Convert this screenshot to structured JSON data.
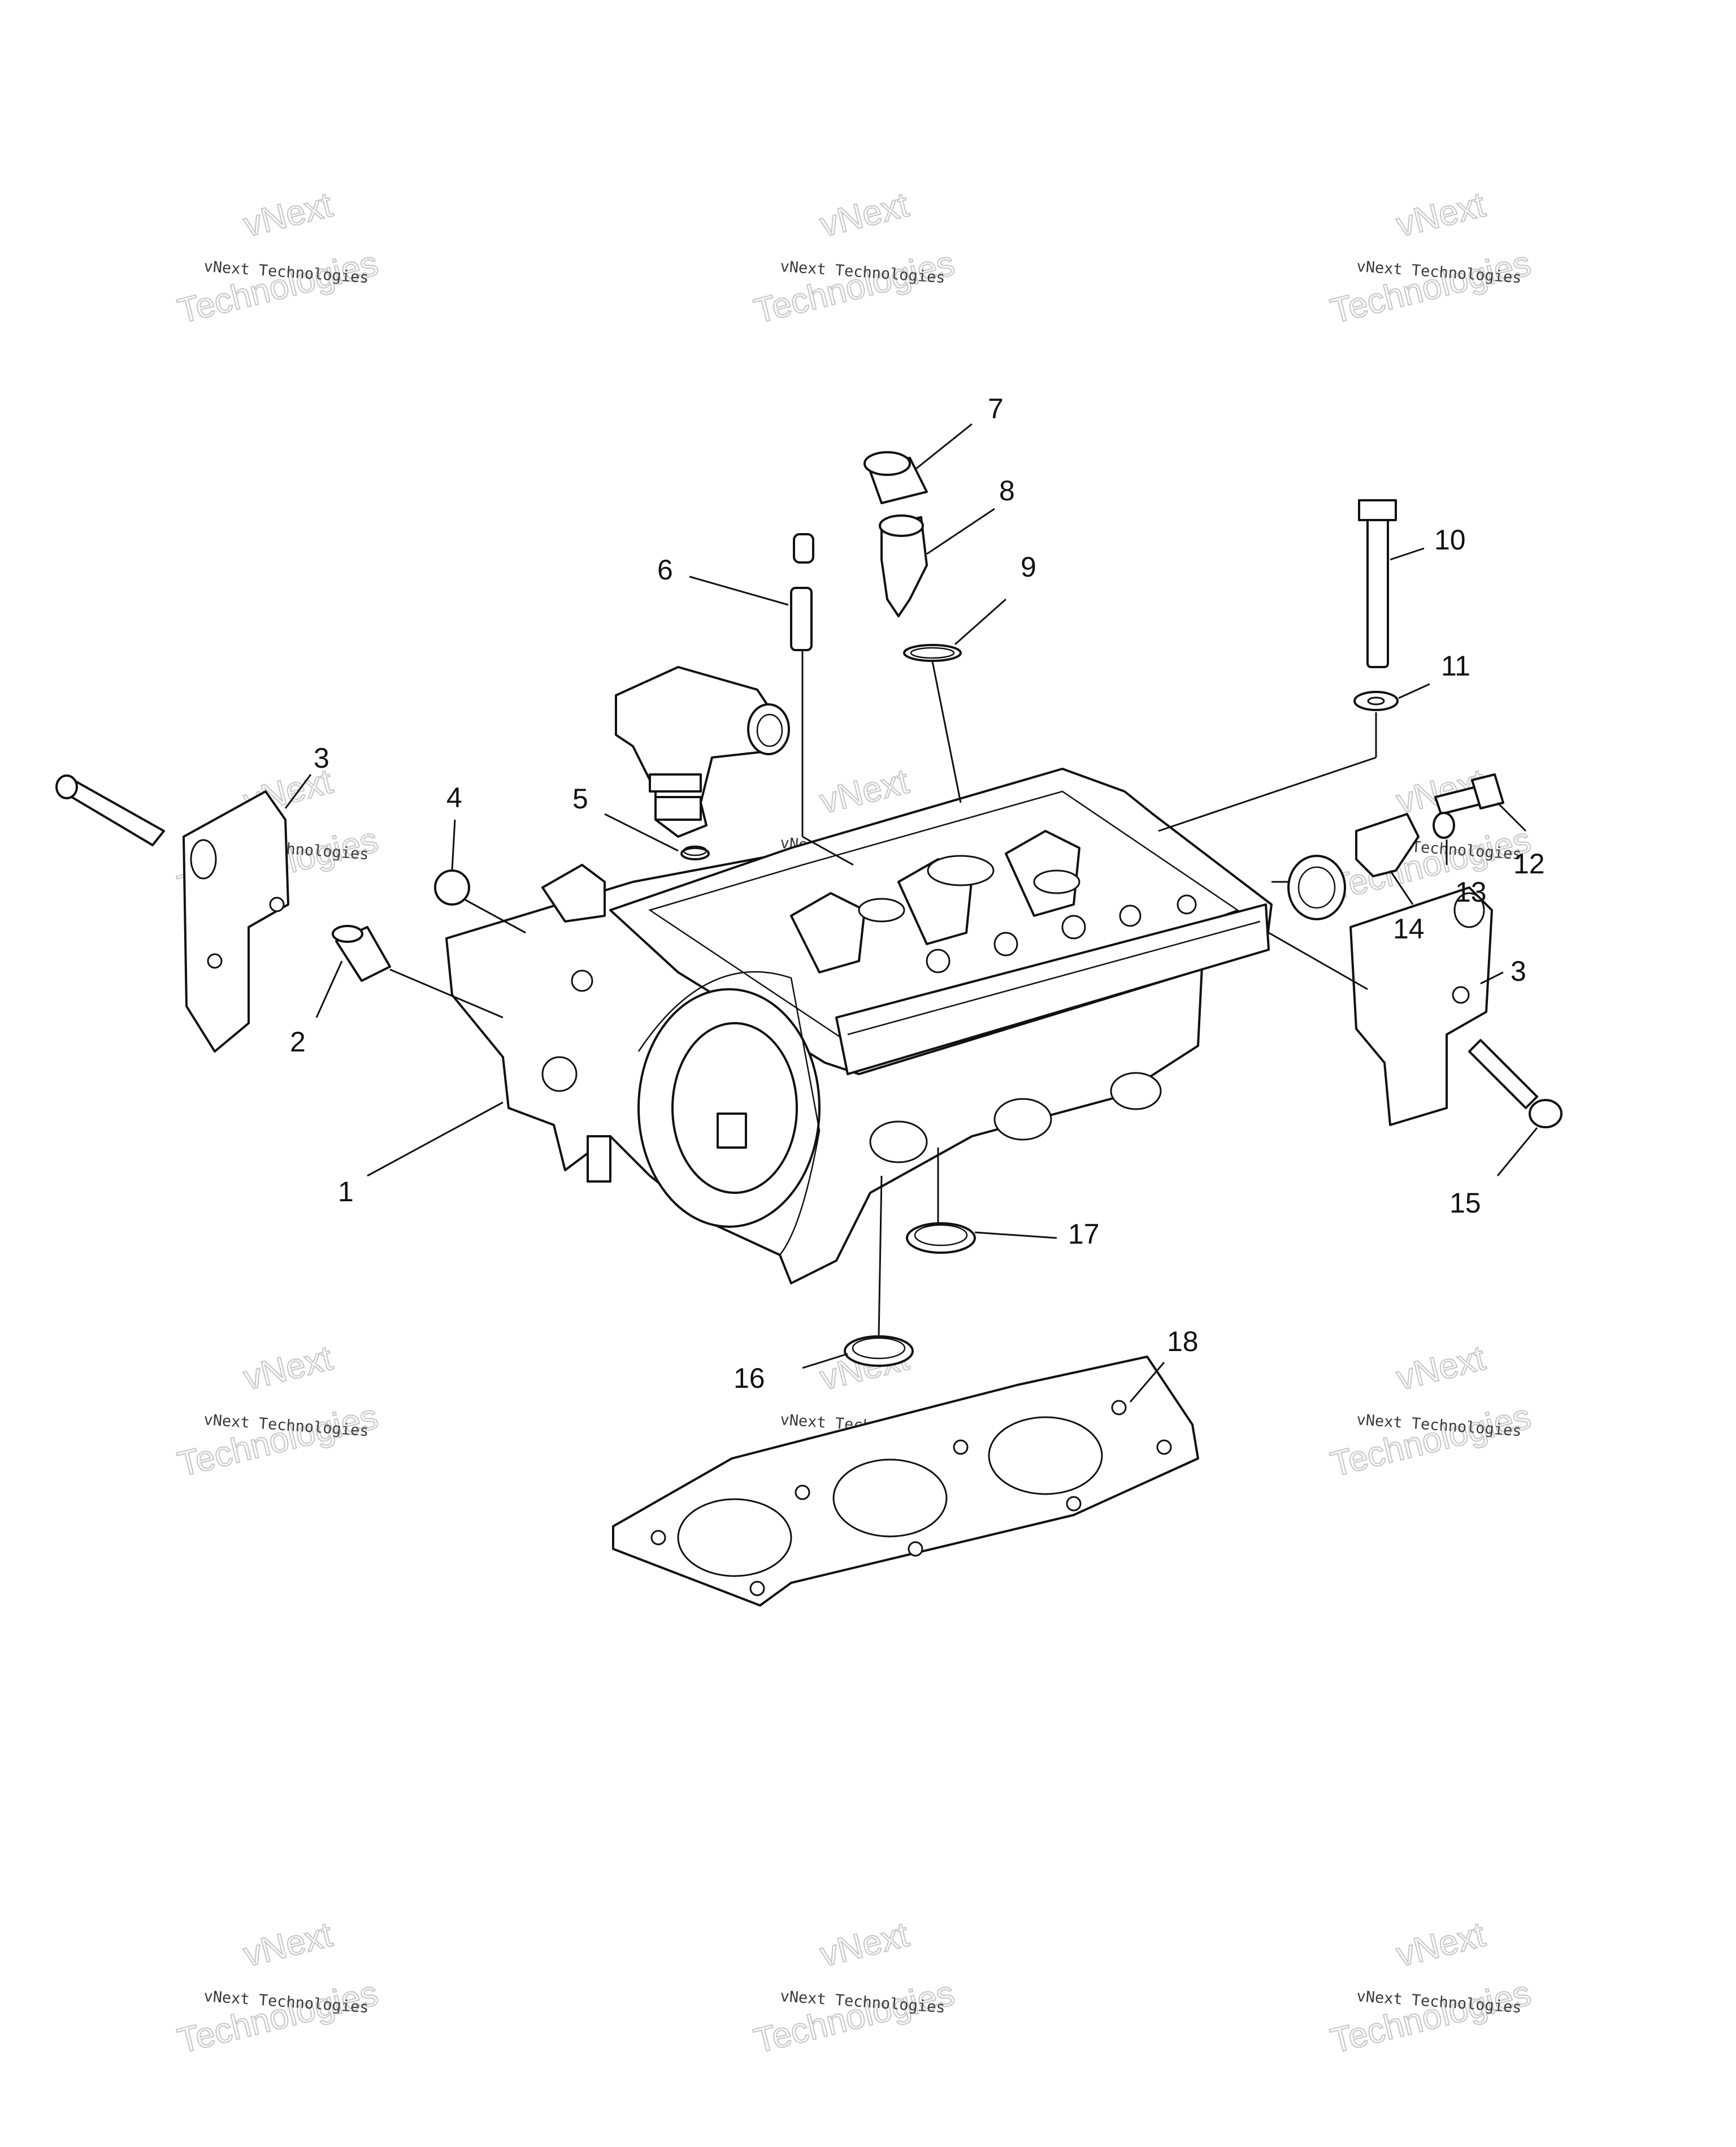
{
  "watermark": {
    "line1": "vNext Technologies",
    "big_a": "vNext",
    "big_b": "Technologies"
  },
  "callouts": [
    {
      "id": "1",
      "label": "1"
    },
    {
      "id": "2",
      "label": "2"
    },
    {
      "id": "3a",
      "label": "3"
    },
    {
      "id": "3b",
      "label": "3"
    },
    {
      "id": "4",
      "label": "4"
    },
    {
      "id": "5",
      "label": "5"
    },
    {
      "id": "6",
      "label": "6"
    },
    {
      "id": "7",
      "label": "7"
    },
    {
      "id": "8",
      "label": "8"
    },
    {
      "id": "9",
      "label": "9"
    },
    {
      "id": "10",
      "label": "10"
    },
    {
      "id": "11",
      "label": "11"
    },
    {
      "id": "12",
      "label": "12"
    },
    {
      "id": "13",
      "label": "13"
    },
    {
      "id": "14",
      "label": "14"
    },
    {
      "id": "15",
      "label": "15"
    },
    {
      "id": "16",
      "label": "16"
    },
    {
      "id": "17",
      "label": "17"
    },
    {
      "id": "18",
      "label": "18"
    }
  ],
  "colors": {
    "line": "#111111",
    "watermark": "#c9c9c9",
    "background": "#ffffff"
  }
}
